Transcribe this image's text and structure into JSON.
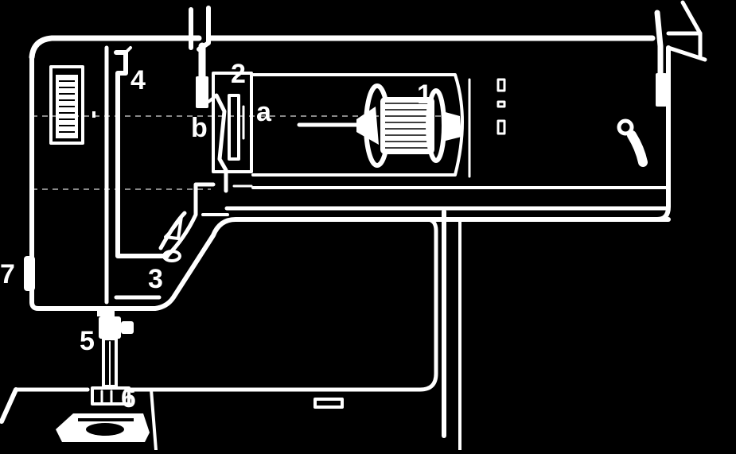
{
  "diagram": {
    "subject": "sewing machine",
    "callouts": [
      {
        "id": "1",
        "label": "1"
      },
      {
        "id": "2",
        "label": "2"
      },
      {
        "id": "3",
        "label": "3"
      },
      {
        "id": "4",
        "label": "4"
      },
      {
        "id": "5",
        "label": "5"
      },
      {
        "id": "6",
        "label": "6"
      },
      {
        "id": "7",
        "label": "7"
      },
      {
        "id": "a",
        "label": "a"
      },
      {
        "id": "b",
        "label": "b"
      }
    ],
    "colors": {
      "background": "#000000",
      "line": "#ffffff"
    }
  }
}
